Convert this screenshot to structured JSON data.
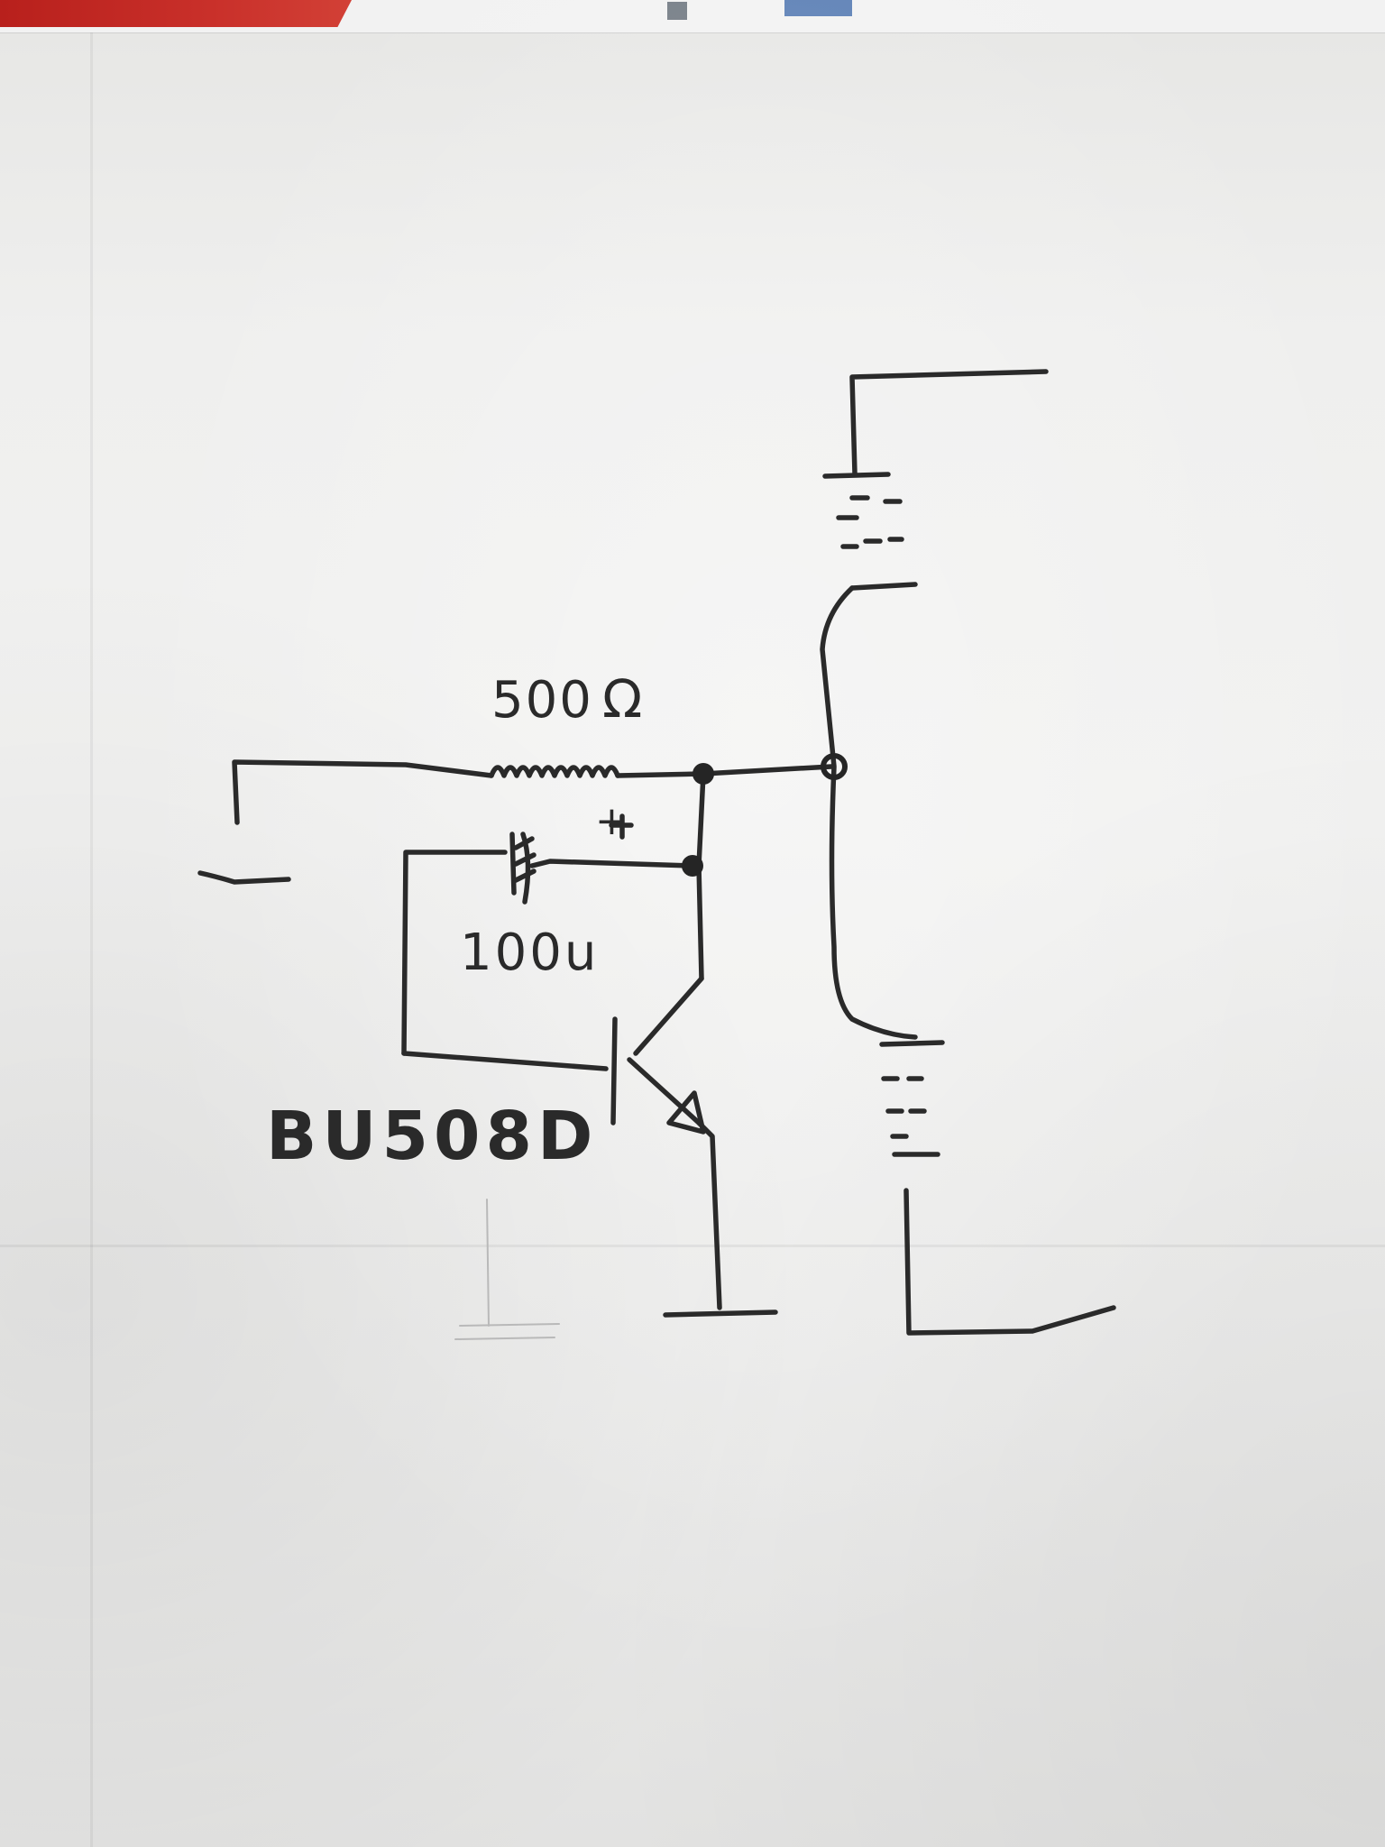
{
  "diagram": {
    "type": "hand-drawn circuit schematic",
    "resistor": {
      "value_label": "500"
    },
    "resistor_symbol": "Ω",
    "capacitor": {
      "value_label": "100u",
      "polarity_mark": "+"
    },
    "transistor": {
      "part_label": "BU508D"
    },
    "ink_color": "#2a2a2a",
    "paper_color": "#efefee"
  }
}
